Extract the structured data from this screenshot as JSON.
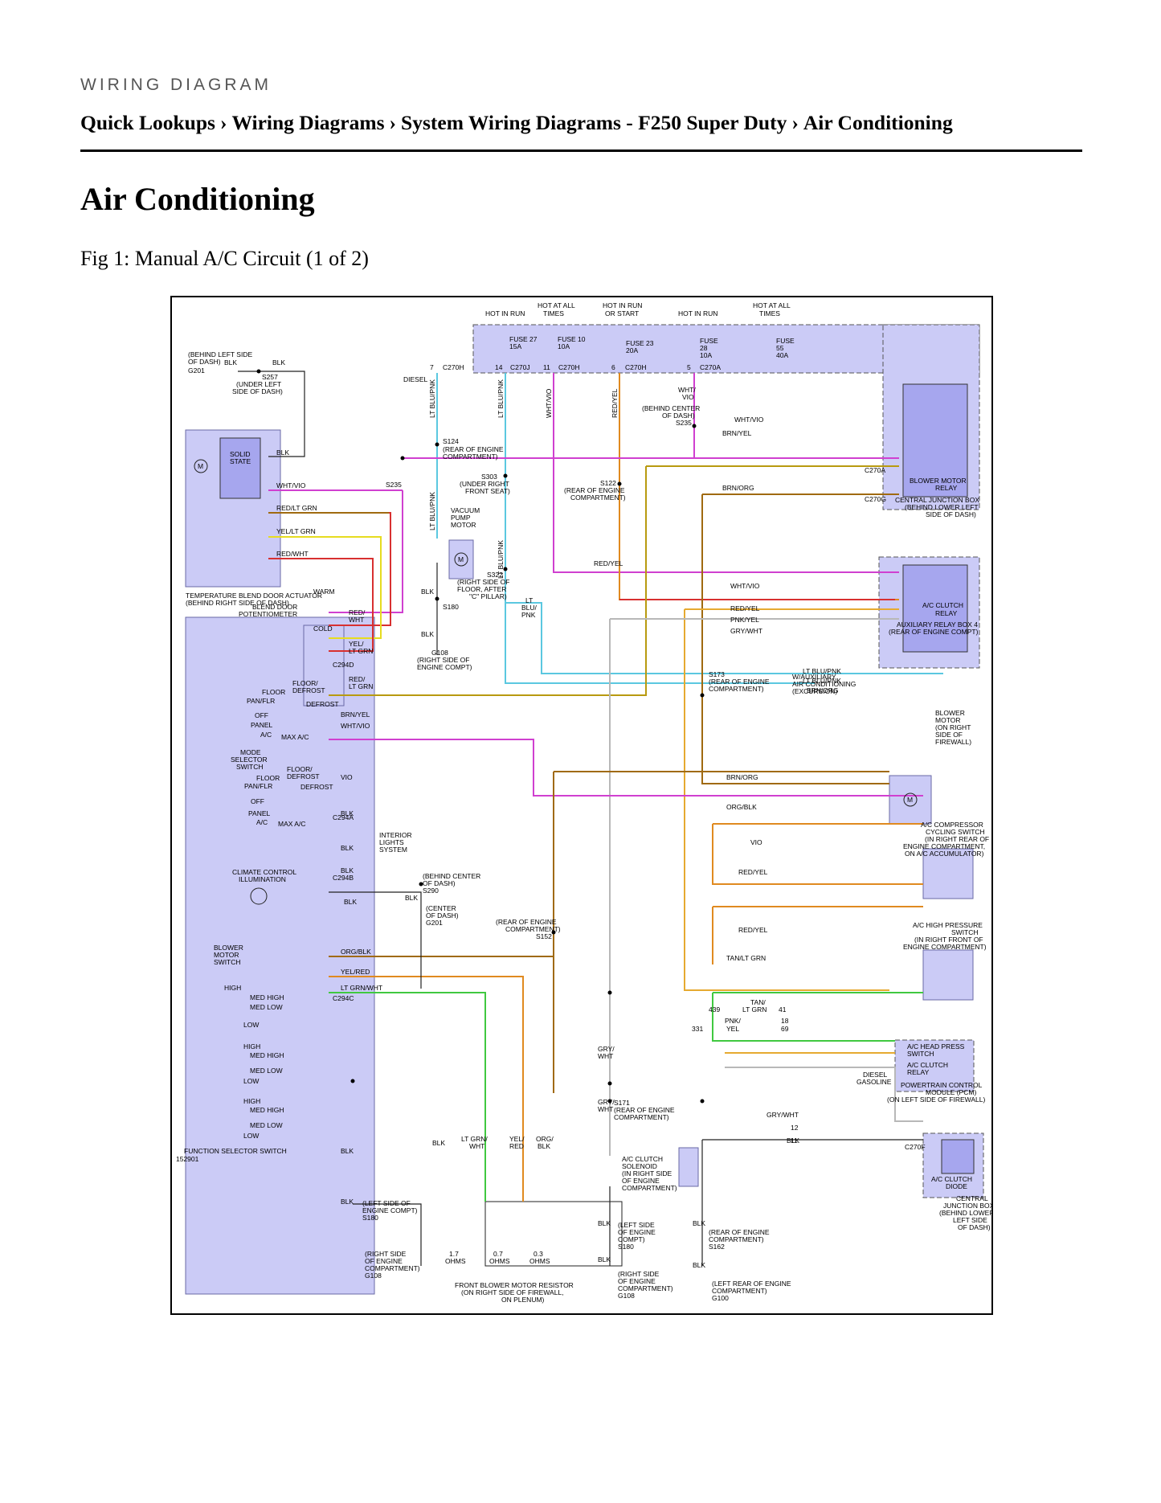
{
  "header": {
    "kicker": "WIRING DIAGRAM",
    "crumbs": [
      "Quick Lookups",
      "Wiring Diagrams",
      "System Wiring Diagrams - F250 Super Duty",
      "Air Conditioning"
    ],
    "separator": "›"
  },
  "page_title": "Air Conditioning",
  "figure_caption": "Fig 1: Manual A/C Circuit (1 of 2)",
  "diagram": {
    "power_labels": {
      "hot_run_1": "HOT IN RUN",
      "hot_all_1a": "HOT AT ALL",
      "hot_all_1b": "TIMES",
      "hot_run_start_a": "HOT IN RUN",
      "hot_run_start_b": "OR START",
      "hot_run_2": "HOT IN RUN",
      "hot_all_2a": "HOT AT ALL",
      "hot_all_2b": "TIMES"
    },
    "fuses": {
      "f27": "FUSE 27",
      "f27a": "15A",
      "f10": "FUSE 10",
      "f10a": "10A",
      "f23": "FUSE 23",
      "f23a": "20A",
      "f28": "FUSE",
      "f28b": "28",
      "f28a": "10A",
      "f55": "FUSE",
      "f55b": "55",
      "f55a": "40A"
    },
    "connectors": {
      "c270h": "C270H",
      "c270j": "C270J",
      "c270a": "C270A",
      "c270g": "C270G",
      "c294d": "C294D",
      "c294a": "C294A",
      "c294b": "C294B",
      "c294c": "C294C",
      "c270f": "C270F",
      "p7": "7",
      "p14": "14",
      "p11": "11",
      "p6": "6",
      "p5": "5"
    },
    "components": {
      "g201_loc_a": "(BEHIND LEFT SIDE",
      "g201_loc_b": "OF DASH)",
      "g201": "G201",
      "s257": "S257",
      "s257_loc_a": "(UNDER LEFT",
      "s257_loc_b": "SIDE OF DASH)",
      "diesel": "DIESEL",
      "solid_state_a": "SOLID",
      "solid_state_b": "STATE",
      "tbda_a": "TEMPERATURE BLEND DOOR ACTUATOR",
      "tbda_b": "(BEHIND RIGHT SIDE OF DASH)",
      "s235": "S235",
      "s124": "S124",
      "s124_loc_a": "(REAR OF ENGINE",
      "s124_loc_b": "COMPARTMENT)",
      "s303": "S303",
      "s303_loc_a": "(UNDER RIGHT",
      "s303_loc_b": "FRONT SEAT)",
      "vacuum_a": "VACUUM",
      "vacuum_b": "PUMP",
      "vacuum_c": "MOTOR",
      "s322": "S322",
      "s322_loc_a": "(RIGHT SIDE OF",
      "s322_loc_b": "FLOOR, AFTER",
      "s322_loc_c": "\"C\" PILLAR)",
      "s180": "S180",
      "g108": "G108",
      "g108_loc_a": "(RIGHT SIDE OF",
      "g108_loc_b": "ENGINE COMPT)",
      "s122": "S122",
      "s122_loc_a": "(REAR OF ENGINE",
      "s122_loc_b": "COMPARTMENT)",
      "s235_loc_a": "(BEHIND CENTER",
      "s235_loc_b": "OF DASH)",
      "blower_relay_a": "BLOWER MOTOR",
      "blower_relay_b": "RELAY",
      "cjb_a": "CENTRAL JUNCTION BOX",
      "cjb_b": "(BEHIND LOWER LEFT",
      "cjb_c": "SIDE OF DASH)",
      "ac_relay_a": "A/C CLUTCH",
      "ac_relay_b": "RELAY",
      "arb4_a": "AUXILIARY RELAY BOX 4",
      "arb4_b": "(REAR OF ENGINE COMPT)",
      "warm": "WARM",
      "cold": "COLD",
      "blend_a": "BLEND DOOR",
      "blend_b": "POTENTIOMETER",
      "floor_defrost_a": "FLOOR/",
      "floor_defrost_b": "DEFROST",
      "floor": "FLOOR",
      "pan_flr": "PAN/FLR",
      "defrost": "DEFROST",
      "off": "OFF",
      "panel": "PANEL",
      "ac": "A/C",
      "max_ac": "MAX A/C",
      "mode_a": "MODE",
      "mode_b": "SELECTOR",
      "mode_c": "SWITCH",
      "interior_a": "INTERIOR",
      "interior_b": "LIGHTS",
      "interior_c": "SYSTEM",
      "cci_a": "CLIMATE CONTROL",
      "cci_b": "ILLUMINATION",
      "s290": "S290",
      "s290_loc_a": "(BEHIND CENTER",
      "s290_loc_b": "OF DASH)",
      "g201b_loc_a": "(CENTER",
      "g201b_loc_b": "OF DASH)",
      "s152": "S152",
      "s152_loc_a": "(REAR OF ENGINE",
      "s152_loc_b": "COMPARTMENT)",
      "bms_a": "BLOWER",
      "bms_b": "MOTOR",
      "bms_c": "SWITCH",
      "high": "HIGH",
      "med_high": "MED HIGH",
      "med_low": "MED LOW",
      "low": "LOW",
      "fss": "FUNCTION SELECTOR SWITCH",
      "fig_id": "152901",
      "s173": "S173",
      "s173_loc_a": "(REAR OF ENGINE",
      "s173_loc_b": "COMPARTMENT)",
      "aux_ac_a": "W/AUXILIARY",
      "aux_ac_b": "AIR CONDITIONING",
      "aux_ac_c": "(EXCURSION)",
      "bm_a": "BLOWER",
      "bm_b": "MOTOR",
      "bm_c": "(ON RIGHT",
      "bm_d": "SIDE OF",
      "bm_e": "FIREWALL)",
      "accs_a": "A/C COMPRESSOR",
      "accs_b": "CYCLING SWITCH",
      "accs_c": "(IN RIGHT REAR OF",
      "accs_d": "ENGINE COMPARTMENT,",
      "accs_e": "ON A/C ACCUMULATOR)",
      "ahps_a": "A/C HIGH PRESSURE",
      "ahps_b": "SWITCH",
      "ahps_c": "(IN RIGHT FRONT OF",
      "ahps_d": "ENGINE COMPARTMENT)",
      "pcm_a": "A/C HEAD PRESS",
      "pcm_b": "SWITCH",
      "pcm_c": "A/C CLUTCH",
      "pcm_d": "RELAY",
      "pcm_e": "POWERTRAIN CONTROL",
      "pcm_f": "MODULE (PCM)",
      "pcm_g": "(ON LEFT SIDE OF FIREWALL)",
      "diesel2": "DIESEL",
      "gasoline": "GASOLINE",
      "s171": "S171",
      "s171_loc_a": "(REAR OF ENGINE",
      "s171_loc_b": "COMPARTMENT)",
      "acs_a": "A/C CLUTCH",
      "acs_b": "SOLENOID",
      "acs_c": "(IN RIGHT SIDE",
      "acs_d": "OF ENGINE",
      "acs_e": "COMPARTMENT)",
      "acd_a": "A/C CLUTCH",
      "acd_b": "DIODE",
      "cjb2_a": "CENTRAL",
      "cjb2_b": "JUNCTION BOX",
      "cjb2_c": "(BEHIND LOWER",
      "cjb2_d": "LEFT SIDE",
      "cjb2_e": "OF DASH)",
      "s180_loc_a": "(LEFT SIDE OF",
      "s180_loc_b": "ENGINE COMPT)",
      "g108b_loc_a": "(RIGHT SIDE",
      "g108b_loc_b": "OF ENGINE",
      "g108b_loc_c": "COMPARTMENT)",
      "fbmr_a": "FRONT BLOWER MOTOR RESISTOR",
      "fbmr_b": "(ON RIGHT SIDE OF FIREWALL,",
      "fbmr_c": "ON PLENUM)",
      "ohm1": "1.7",
      "ohm2": "0.7",
      "ohm3": "0.3",
      "ohms": "OHMS",
      "s180b_loc_a": "(LEFT SIDE",
      "s180b_loc_b": "OF ENGINE",
      "s180b_loc_c": "COMPT)",
      "s162": "S162",
      "s162_loc_a": "(REAR OF ENGINE",
      "s162_loc_b": "COMPARTMENT)",
      "g100": "G100",
      "g100_loc_a": "(LEFT REAR OF ENGINE",
      "g100_loc_b": "COMPARTMENT)"
    },
    "wires": {
      "blk": "BLK",
      "wht_vio": "WHT/VIO",
      "red_lt_grn": "RED/LT GRN",
      "yel_lt_grn": "YEL/LT GRN",
      "red_wht": "RED/WHT",
      "lt_blu_pnk": "LT BLU/PNK",
      "wht_vio_v": "WHT/VIO",
      "red_yel": "RED/YEL",
      "wht_vio2a": "WHT/",
      "wht_vio2b": "VIO",
      "brn_yel": "BRN/YEL",
      "brn_org": "BRN/ORG",
      "pnk_yel": "PNK/YEL",
      "gry_wht": "GRY/WHT",
      "red_a": "RED/",
      "wht": "WHT",
      "yel_a": "YEL/",
      "lt_grn": "LT GRN",
      "lt_a": "LT",
      "blu_a": "BLU/",
      "pnk": "PNK",
      "vio": "VIO",
      "org_blk": "ORG/BLK",
      "yel_red": "YEL/RED",
      "lt_grn_wht": "LT GRN/WHT",
      "tan_lt_grn": "TAN/LT GRN",
      "tan_a": "TAN/",
      "pnk_a": "PNK/",
      "yel": "YEL",
      "gry_a": "GRY/",
      "lt_grn_a": "LT GRN/",
      "yel_b": "YEL/",
      "red": "RED",
      "org_a": "ORG/",
      "n439": "439",
      "n41": "41",
      "n331": "331",
      "n18": "18",
      "n69": "69",
      "n12": "12",
      "n11": "11"
    },
    "wire_colors": {
      "violet": "#d040d0",
      "cyan": "#5bc8e0",
      "orange": "#e08a20",
      "red": "#d83030",
      "yellow": "#e6dc20",
      "green": "#40c840",
      "brown": "#a06a10",
      "brown_yel": "#b89a10",
      "gray": "#b8b8b8",
      "pink": "#e8b0c0",
      "black": "#222222"
    },
    "component_fill": "#cbcbf6"
  }
}
